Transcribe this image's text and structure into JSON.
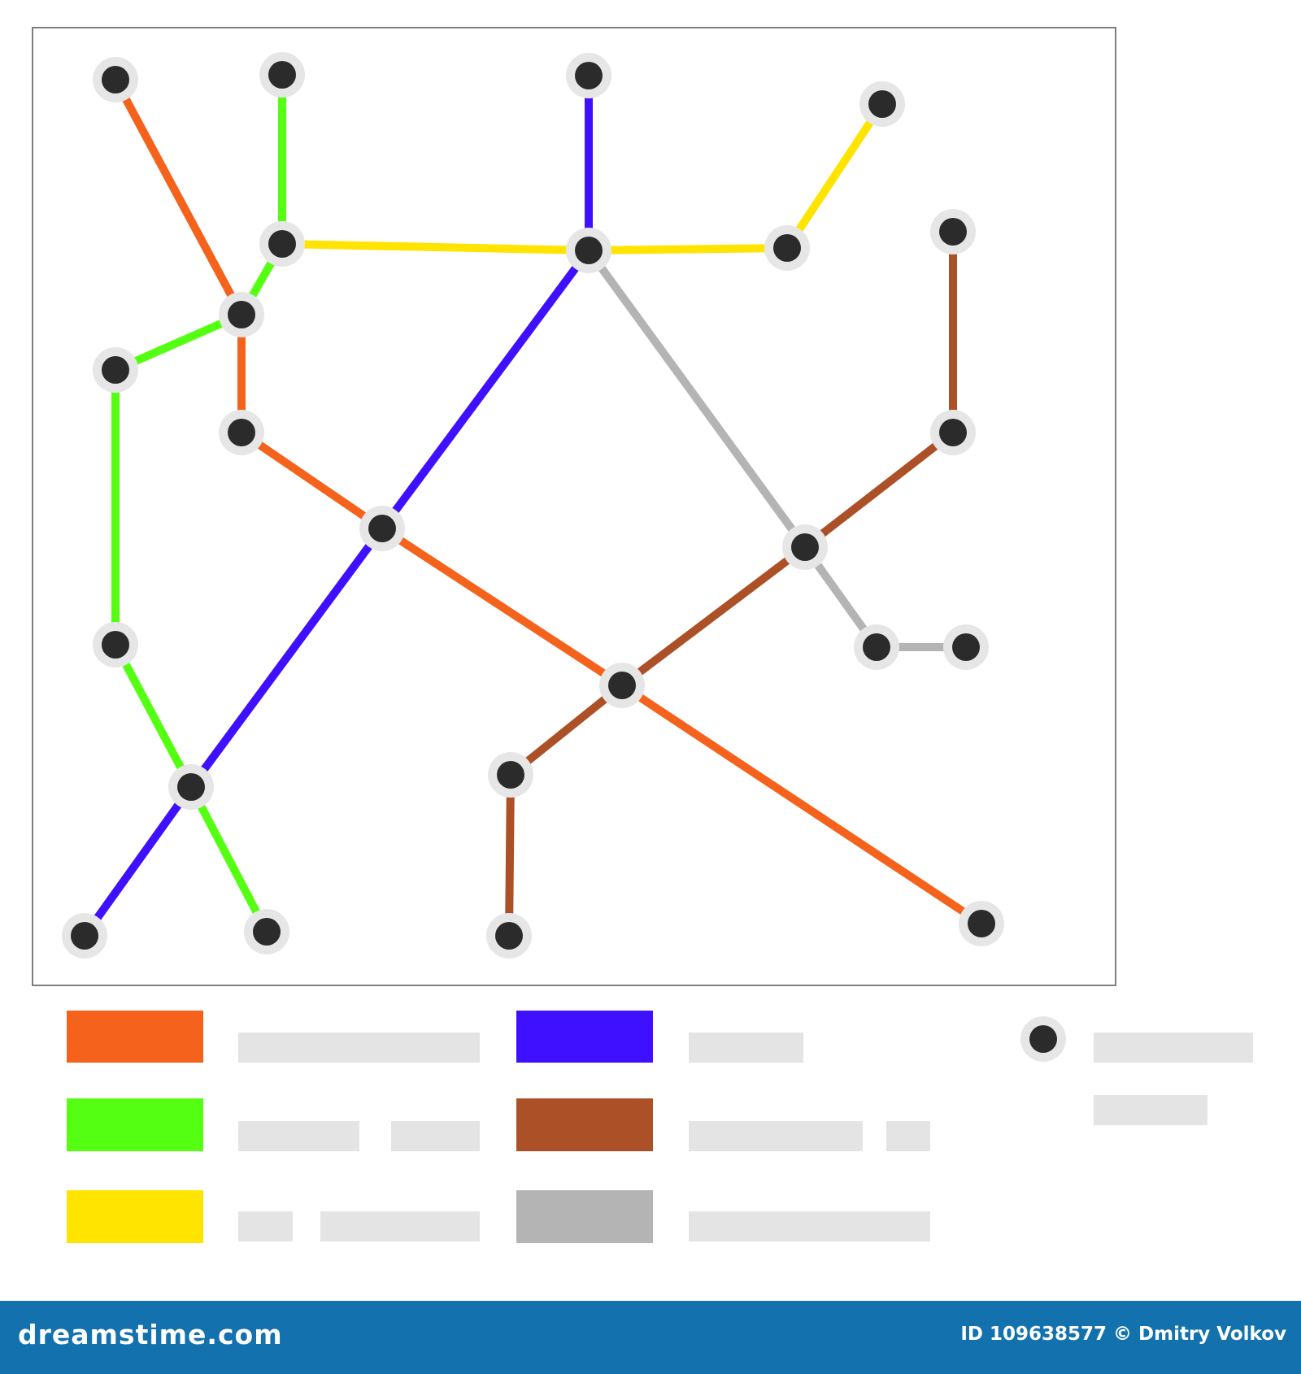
{
  "colors": {
    "orange": "#f4621c",
    "green": "#55ff12",
    "yellow": "#ffe400",
    "blue": "#3f0fff",
    "brown": "#ac5127",
    "gray": "#b4b4b4",
    "station_fill": "#2b2b2b",
    "station_ring": "#e6e6e6",
    "placeholder": "#e4e4e4",
    "frame": "#555555",
    "footer_bg": "#1372ad"
  },
  "lines": [
    {
      "id": "orange",
      "color": "#f4621c"
    },
    {
      "id": "green",
      "color": "#55ff12"
    },
    {
      "id": "yellow",
      "color": "#ffe400"
    },
    {
      "id": "blue",
      "color": "#3f0fff"
    },
    {
      "id": "brown",
      "color": "#ac5127"
    },
    {
      "id": "gray",
      "color": "#b4b4b4"
    }
  ],
  "legend": {
    "entries": [
      {
        "line": "orange",
        "color": "#f4621c"
      },
      {
        "line": "green",
        "color": "#55ff12"
      },
      {
        "line": "yellow",
        "color": "#ffe400"
      },
      {
        "line": "blue",
        "color": "#3f0fff"
      },
      {
        "line": "brown",
        "color": "#ac5127"
      },
      {
        "line": "gray",
        "color": "#b4b4b4"
      }
    ],
    "station_icon": "station-dot-icon"
  },
  "footer": {
    "brand": "dreamstime.com",
    "credit": "ID 109638577 © Dmitry Volkov"
  }
}
